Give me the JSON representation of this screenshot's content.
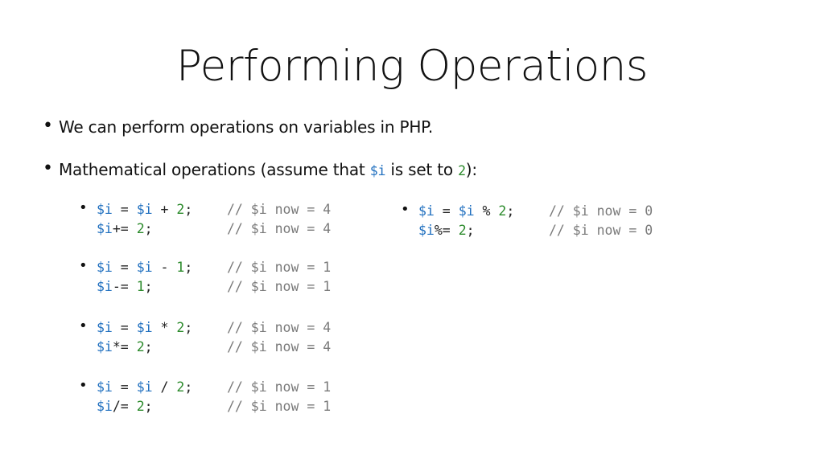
{
  "slide": {
    "title": "Performing Operations",
    "bullet1": "We can perform operations on variables in PHP.",
    "bullet2": {
      "prefix": "Mathematical operations (assume that ",
      "var": "$i",
      "mid": " is set to ",
      "num": "2",
      "suffix": "):"
    },
    "groups": [
      {
        "line1": {
          "lhs": "$i",
          "eq": " = ",
          "var": "$i",
          "op": " + ",
          "num": "2",
          "semi": ";",
          "comment": "// $i now = 4"
        },
        "line2": {
          "var": "$i",
          "op": "+= ",
          "num": "2",
          "semi": ";",
          "comment": "// $i now = 4"
        }
      },
      {
        "line1": {
          "lhs": "$i",
          "eq": " = ",
          "var": "$i",
          "op": " - ",
          "num": "1",
          "semi": ";",
          "comment": "// $i now = 1"
        },
        "line2": {
          "var": "$i",
          "op": "-= ",
          "num": "1",
          "semi": ";",
          "comment": "// $i now = 1"
        }
      },
      {
        "line1": {
          "lhs": "$i",
          "eq": " = ",
          "var": "$i",
          "op": " * ",
          "num": "2",
          "semi": ";",
          "comment": "// $i now = 4"
        },
        "line2": {
          "var": "$i",
          "op": "*= ",
          "num": "2",
          "semi": ";",
          "comment": "// $i now = 4"
        }
      },
      {
        "line1": {
          "lhs": "$i",
          "eq": " = ",
          "var": "$i",
          "op": " / ",
          "num": "2",
          "semi": ";",
          "comment": "// $i now = 1"
        },
        "line2": {
          "var": "$i",
          "op": "/= ",
          "num": "2",
          "semi": ";",
          "comment": "// $i now = 1"
        }
      },
      {
        "line1": {
          "lhs": "$i",
          "eq": " = ",
          "var": "$i",
          "op": " % ",
          "num": "2",
          "semi": ";",
          "comment": "// $i now = 0"
        },
        "line2": {
          "var": "$i",
          "op": "%= ",
          "num": "2",
          "semi": ";",
          "comment": "// $i now = 0"
        }
      }
    ],
    "bullet_char": "•"
  }
}
